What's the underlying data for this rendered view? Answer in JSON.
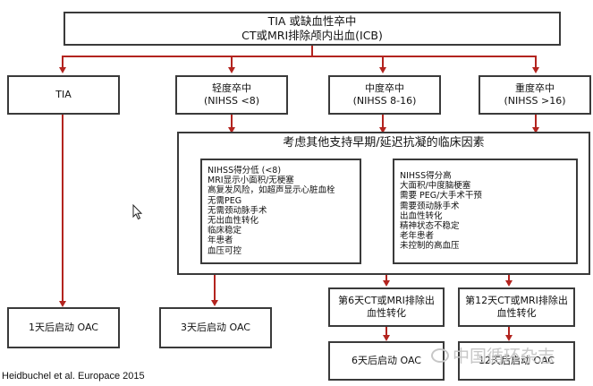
{
  "top": {
    "line1": "TIA 或缺血性卒中",
    "line2": "CT或MRI排除颅内出血(ICB)"
  },
  "categories": [
    {
      "title": "TIA",
      "sub": ""
    },
    {
      "title": "轻度卒中",
      "sub": "(NIHSS <8)"
    },
    {
      "title": "中度卒中",
      "sub": "(NIHSS 8-16)"
    },
    {
      "title": "重度卒中",
      "sub": "(NIHSS >16)"
    }
  ],
  "factors": {
    "title": "考虑其他支持早期/延迟抗凝的临床因素",
    "early": [
      "NIHSS得分低 (<8)",
      "MRI显示小面积/无梗塞",
      "高复发风险，如超声显示心脏血栓",
      "无需PEG",
      "无需颈动脉手术",
      "无出血性转化",
      "临床稳定",
      "年患者",
      "血压可控"
    ],
    "late": [
      "NIHSS得分高",
      "大面积/中度脑梗塞",
      "需要 PEG/大手术干预",
      "需要颈动脉手术",
      "出血性转化",
      "精神状态不稳定",
      "老年患者",
      "未控制的高血压"
    ]
  },
  "checks": {
    "day6": "第6天CT或MRI排除出血性转化",
    "day12": "第12天CT或MRI排除出血性转化"
  },
  "outcomes": {
    "day1": "1天后启动 OAC",
    "day3": "3天后启动 OAC",
    "day6": "6天后启动 OAC",
    "day12": "12天后启动 OAC"
  },
  "citation": "Heidbuchel et al. Europace 2015",
  "watermark": "中国循环杂志",
  "colors": {
    "arrow": "#b3241f",
    "border": "#3a3a3a"
  }
}
